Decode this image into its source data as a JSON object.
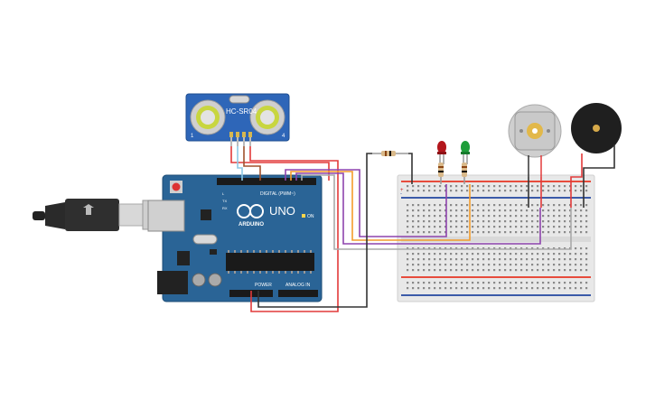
{
  "sensor": {
    "model": "HC-SR04",
    "pin_marks": [
      "1",
      "4"
    ]
  },
  "arduino": {
    "brand": "ARDUINO",
    "model": "UNO",
    "on_label": "ON",
    "digital_header": "DIGITAL (PWM~)",
    "power_header": "POWER",
    "analog_header": "ANALOG IN",
    "tx_label": "TX",
    "rx_label": "RX",
    "l_label": "L"
  },
  "colors": {
    "background": "#ffffff",
    "arduino_board": "#2a6496",
    "sensor_board": "#2e66b8",
    "breadboard": "#e8e8e8",
    "wire_red": "#e23a3a",
    "wire_black": "#333333",
    "wire_orange": "#f39c2b",
    "wire_purple": "#8e44ad",
    "wire_brown": "#a0522d",
    "wire_lightblue": "#8ecae6",
    "led_red": "#b3161c",
    "led_green": "#1e9e3a"
  },
  "icons": {
    "usb_cable": "usb-cable-icon",
    "ultrasonic_sensor": "ultrasonic-sensor-icon",
    "led": "led-icon",
    "resistor": "resistor-icon",
    "dc_motor": "dc-motor-icon",
    "piezo_buzzer": "buzzer-icon"
  }
}
